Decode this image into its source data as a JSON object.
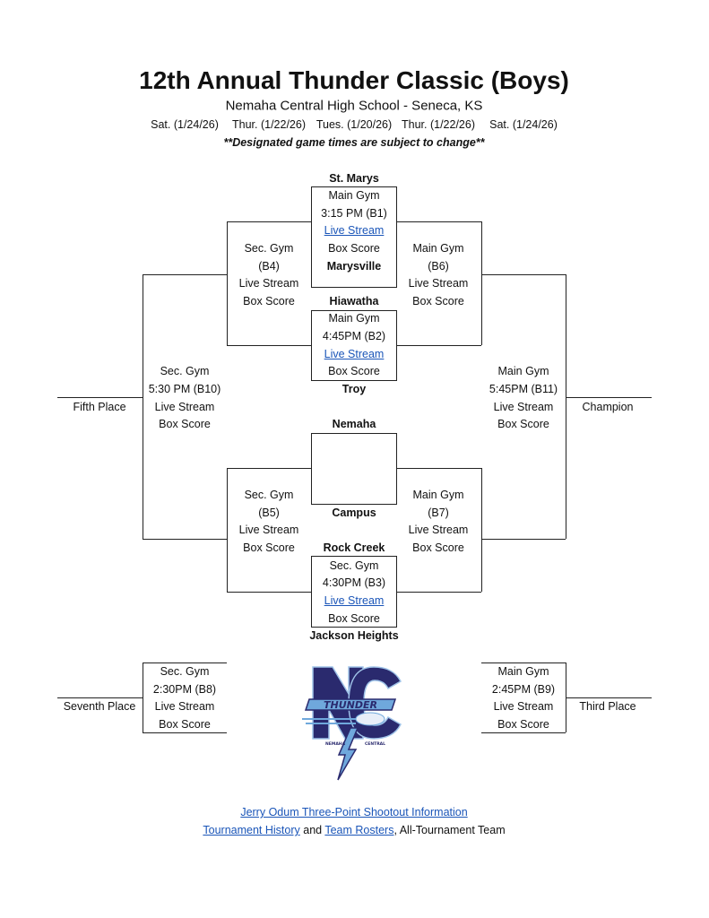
{
  "header": {
    "title": "12th Annual Thunder Classic (Boys)",
    "subtitle": "Nemaha Central High School - Seneca, KS",
    "dates": [
      "Sat. (1/24/26)",
      "Thur. (1/22/26)",
      "Tues. (1/20/26)",
      "Thur. (1/22/26)",
      "Sat. (1/24/26)"
    ],
    "note": "**Designated game times are subject to change**"
  },
  "teams": [
    "St. Marys",
    "Marysville",
    "Hiawatha",
    "Troy",
    "Nemaha",
    "Campus",
    "Rock Creek",
    "Jackson Heights"
  ],
  "games": {
    "b1": {
      "gym": "Main Gym",
      "time": "3:15 PM (B1)",
      "stream": "Live Stream",
      "box": "Box Score"
    },
    "b2": {
      "gym": "Main Gym",
      "time": "4:45PM (B2)",
      "stream": "Live Stream",
      "box": "Box Score"
    },
    "b3": {
      "gym": "Sec. Gym",
      "time": "4:30PM (B3)",
      "stream": "Live Stream",
      "box": "Box Score"
    },
    "b4": {
      "gym": "Sec. Gym",
      "time": "(B4)",
      "stream": "Live Stream",
      "box": "Box Score"
    },
    "b5": {
      "gym": "Sec. Gym",
      "time": "(B5)",
      "stream": "Live Stream",
      "box": "Box Score"
    },
    "b6": {
      "gym": "Main Gym",
      "time": "(B6)",
      "stream": "Live Stream",
      "box": "Box Score"
    },
    "b7": {
      "gym": "Main Gym",
      "time": "(B7)",
      "stream": "Live Stream",
      "box": "Box Score"
    },
    "b8": {
      "gym": "Sec. Gym",
      "time": "2:30PM (B8)",
      "stream": "Live Stream",
      "box": "Box Score"
    },
    "b9": {
      "gym": "Main Gym",
      "time": "2:45PM (B9)",
      "stream": "Live Stream",
      "box": "Box Score"
    },
    "b10": {
      "gym": "Sec. Gym",
      "time": "5:30 PM (B10)",
      "stream": "Live Stream",
      "box": "Box Score"
    },
    "b11": {
      "gym": "Main Gym",
      "time": "5:45PM (B11)",
      "stream": "Live Stream",
      "box": "Box Score"
    }
  },
  "places": {
    "fifth": "Fifth Place",
    "champion": "Champion",
    "seventh": "Seventh Place",
    "third": "Third Place"
  },
  "logo": {
    "text": "THUNDER",
    "subtext_left": "NEMAHA",
    "subtext_right": "CENTRAL",
    "colors": {
      "navy": "#2a2a6e",
      "light": "#6fa8dc"
    }
  },
  "footer": {
    "shootout": "Jerry Odum Three-Point Shootout Information",
    "history": "Tournament History",
    "and": "and",
    "rosters": "Team Rosters",
    "rest": ", All-Tournament Team"
  },
  "colors": {
    "link": "#1a55b8"
  }
}
